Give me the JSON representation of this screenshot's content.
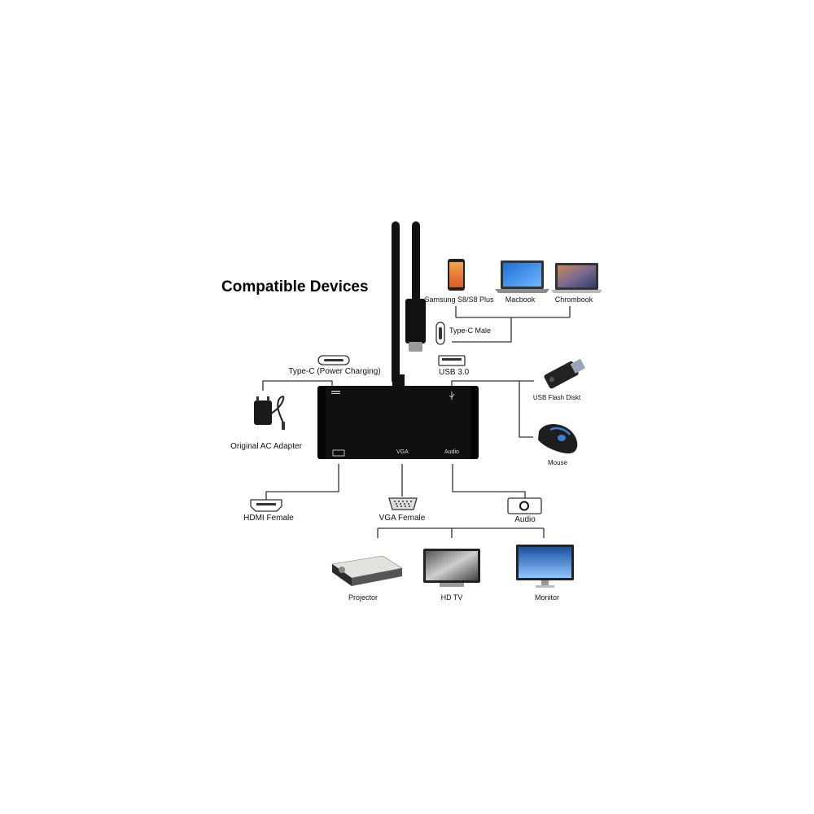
{
  "title": "Compatible Devices",
  "hub": {
    "vga_label": "VGA",
    "audio_label": "Audio"
  },
  "labels": {
    "samsung": "Samsung S8/S8 Plus",
    "macbook": "Macbook",
    "chromebook": "Chrombook",
    "typec_male": "Type-C Male",
    "typec_power": "Type-C (Power Charging)",
    "usb3": "USB 3.0",
    "usb_flash": "USB Flash Diskt",
    "mouse": "Mouse",
    "ac_adapter": "Original AC Adapter",
    "hdmi_female": "HDMI Female",
    "vga_female": "VGA Female",
    "audio": "Audio",
    "projector": "Projector",
    "hdtv": "HD TV",
    "monitor": "Monitor"
  },
  "icons": [
    "smartphone-icon",
    "laptop-icon",
    "usb-flash-drive-icon",
    "mouse-icon",
    "ac-adapter-icon",
    "hdmi-port-icon",
    "vga-port-icon",
    "audio-jack-icon",
    "projector-icon",
    "tv-icon",
    "monitor-icon",
    "usb-c-port-icon",
    "usb-a-port-icon"
  ],
  "colors": {
    "line": "#333333",
    "hub": "#050505",
    "screen_blue": "#3b7fd1"
  }
}
